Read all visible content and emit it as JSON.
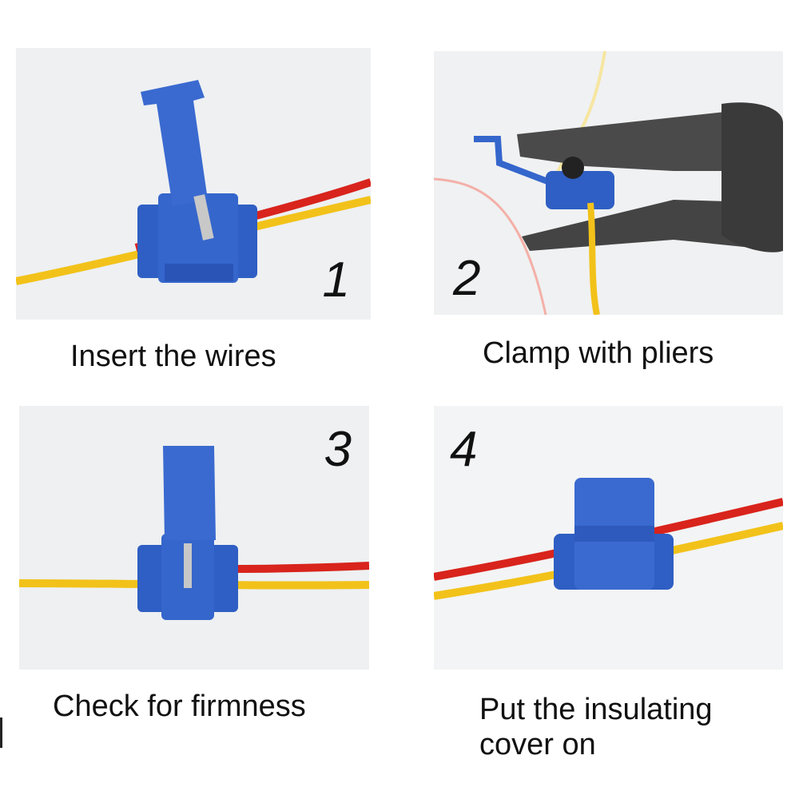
{
  "colors": {
    "background": "#ffffff",
    "panel_background": "#eef0f2",
    "connector_blue": "#2f5fc4",
    "connector_blue_dark": "#1f43a0",
    "wire_red": "#d8241c",
    "wire_yellow": "#f2c21a",
    "pliers_metal": "#4a4a4a"
  },
  "steps": [
    {
      "number": "1",
      "caption": "Insert the wires"
    },
    {
      "number": "2",
      "caption": "Clamp with pliers"
    },
    {
      "number": "3",
      "caption": "Check for firmness"
    },
    {
      "number": "4",
      "caption": "Put the insulating cover on"
    }
  ]
}
